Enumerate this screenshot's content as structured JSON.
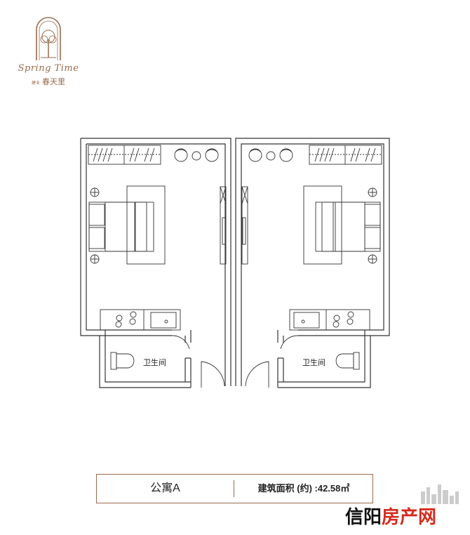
{
  "logo": {
    "script_text": "Spring Time",
    "cn_small": "建业",
    "cn_name": "春天里"
  },
  "plan": {
    "room_labels": [
      "卫生间",
      "卫生间"
    ]
  },
  "caption": {
    "name": "公寓A",
    "area": "建筑面积 (约) :42.58㎡"
  },
  "watermark": {
    "part1": "信阳",
    "part2": "房产网"
  },
  "colors": {
    "accent": "#9a6b4b",
    "line": "#333333",
    "watermark_red": "#d42b1e"
  }
}
